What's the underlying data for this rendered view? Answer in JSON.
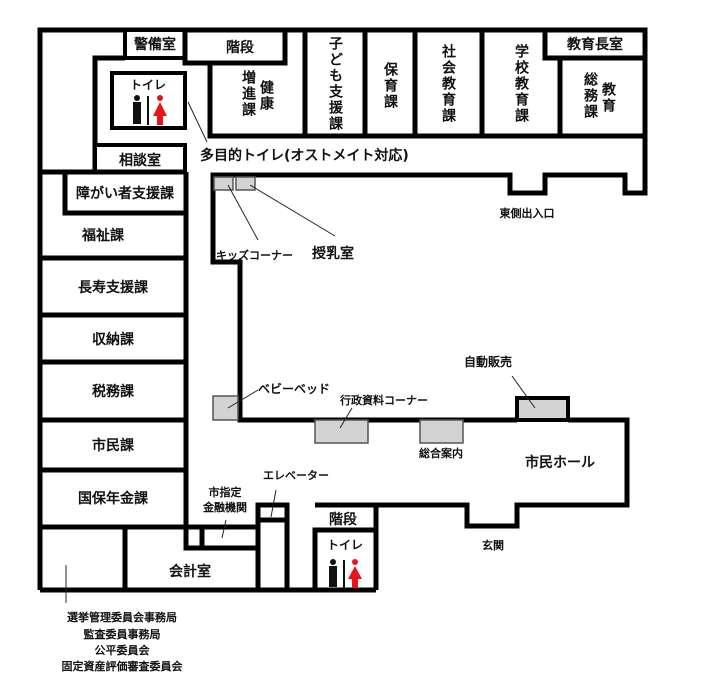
{
  "rooms": {
    "security": "警備室",
    "stairs_north": "階段",
    "toilet_north": "トイレ",
    "health": [
      "増進課",
      "健康"
    ],
    "child_support": "子ども支援課",
    "childcare": "保育課",
    "social_edu": "社会教育課",
    "school_edu": "学校教育課",
    "superintendent": "教育長室",
    "edu_general": [
      "総務課",
      "教育"
    ],
    "consultation": "相談室",
    "disability": "障がい者支援課",
    "welfare": "福祉課",
    "elderly": "長寿支援課",
    "collection": "収納課",
    "tax": "税務課",
    "citizen": "市民課",
    "insurance": "国保年金課",
    "accounting": "会計室",
    "stairs_south": "階段",
    "toilet_south": "トイレ",
    "citizen_hall": "市民ホール"
  },
  "labels": {
    "multipurpose_toilet": "多目的トイレ(オストメイト対応)",
    "east_entrance": "東側出入口",
    "kids_corner": "キッズコーナー",
    "nursing": "授乳室",
    "vending": "自動販売",
    "baby_bed": "ベビーベッド",
    "admin_docs": "行政資料コーナー",
    "info": "総合案内",
    "elevator": "エレベーター",
    "bank": [
      "市指定",
      "金融機関"
    ],
    "entrance": "玄関",
    "committees": [
      "選挙管理委員会事務局",
      "監査委員事務局",
      "公平委員会",
      "固定資産評価審査委員会"
    ]
  },
  "colors": {
    "female": "#e8141b",
    "male": "#111111",
    "fixture": "#d3d3d3"
  }
}
